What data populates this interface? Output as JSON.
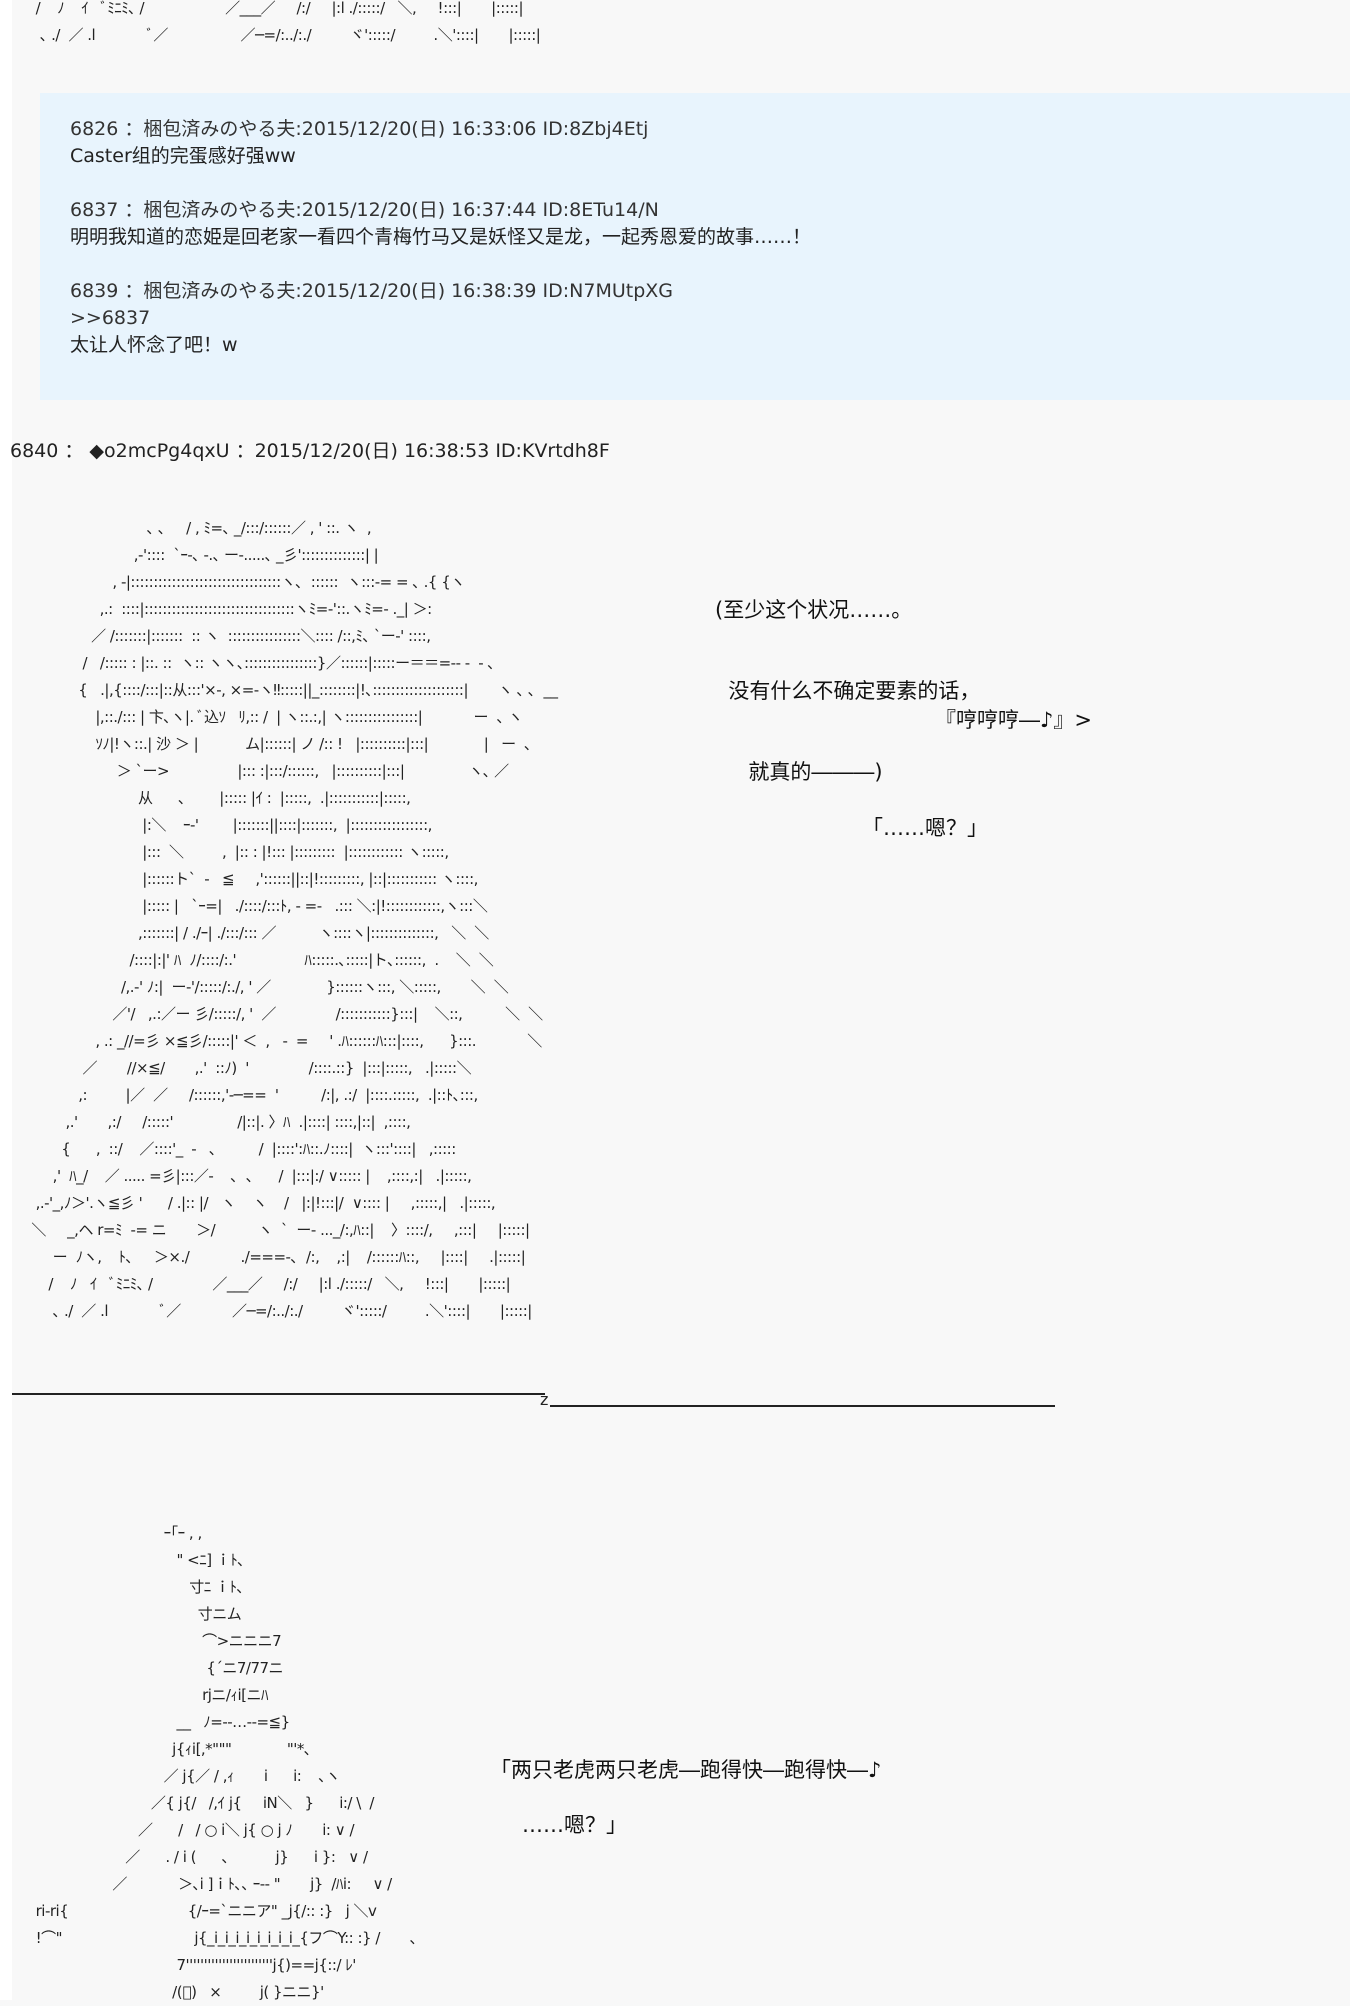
{
  "top_art_fragment": {
    "lines": [
      "      /    ﾉ    ｲ   ﾞﾐﾆﾐ､ /                   ／___／     /:/     |:l ./:::::/   ＼,     !:::|       |:::::|",
      "       ､ ./  ／ .l            ﾞ／                 ／─=/:../:./         ヾ':::::/         .＼'::::|       |:::::|"
    ]
  },
  "quoted_posts": [
    {
      "header": "6826 ：梱包済みのやる夫:2015/12/20(日) 16:33:06 ID:8Zbj4Etj",
      "body": [
        "Caster组的完蛋感好强ww"
      ]
    },
    {
      "header": "6837 ：梱包済みのやる夫:2015/12/20(日) 16:37:44 ID:8ETu14/N",
      "body": [
        "明明我知道的恋姫是回老家一看四个青梅竹马又是妖怪又是龙，一起秀恩爱的故事……！"
      ]
    },
    {
      "header": "6839 ：梱包済みのやる夫:2015/12/20(日) 16:38:39 ID:N7MUtpXG",
      "body": [
        ">>6837",
        "太让人怀念了吧！w"
      ]
    }
  ],
  "main_post": {
    "header": "6840 ： ◆o2mcPg4qxU ：2015/12/20(日) 16:38:53 ID:KVrtdh8F",
    "thought": [
      "(至少这个状况……。",
      "  没有什么不确定要素的话，",
      "     就真的―――)"
    ],
    "humming": "『哼哼哼―♪』>",
    "huh": "「……嗯？」",
    "art_lines": [
      "                                ､ ､     / , ﾐ=､ _/:::/::::::／ , ' ::. ヽ  ,",
      "                             ,-'::::  `ｰ-､ -.､ ー-.....､ _彡'::::::::::::::| |",
      "                        , ‐|:::::::::::::::::::::::::::::::::ヽ､  ::::::  ヽ:::-= = ､ .{ {ヽ",
      "                     ,.:  ::::|:::::::::::::::::::::::::::::::::ヽﾐ=-'::.ヽﾐ=- ._| ＞:",
      "                   ／ /:::::::|:::::::  :: ヽ  ::::::::::::::::＼:::: /::,ﾐ､ `ー-' ::::,",
      "                 /   /::::: : |::. ::  ヽ:: ヽヽ､::::::::::::::::}／::::::|:::::ー＝＝=‐‐ ‐  ‐ ､",
      "                {   .|,{::::/:::|::从:::'×‐, ×=-ヽ‼:::::||_::::::::|!､::::::::::::::::::::|       ヽ ､ ､  __",
      "                    |,::./::: | 卞､ヽ|. ﾞ込ｿ   ﾘ,:: /  | ヽ::.:,| ヽ::::::::::::::::|            ー  ､ ヽ",
      "                    ｿﾉ|!ヽ::.| 沙 ＞ |           ム|::::::| ノ /:: !   |::::::::::|:::|             |   ー  ､",
      "                         ＞ `ー>                |::: :|:::/::::::,   |::::::::::|:::|               ヽ､ ／",
      "                              从      ､        |::::: |ｲ :  |:::::,  .|:::::::::::|:::::,",
      "                               |:＼    ｰ-'        |:::::::||::::|:::::::,  |:::::::::::::::::,",
      "                               |:::  ＼         ,  |:: : |!::: |:::::::::  |:::::::::::: ヽ:::::,",
      "                               |::::::ト`  ‐   ≦     ,'::::::||::|!:::::::::, |::|::::::::::: ヽ::::,",
      "                               |::::: |   `ｰ=|   ./::::/:::ﾄ, ‐ =-   .::: ＼:|!::::::::::::,ヽ:::＼",
      "                              ,:::::::| / ./ｰ| ./:::/::: ／          ヽ::::ヽ|::::::::::::::,   ＼  ＼",
      "                            /::::|:|' ﾊ  ﾉ/::::/:.'                ﾊ:::::.､:::::|ト､::::::,  .    ＼  ＼",
      "                          /,.-' ﾉ:|  ー-'/:::::/:./, ' ／             }::::::ヽ:::, ＼:::::,       ＼  ＼",
      "                        ／'/   ,.:／ー 彡/:::::/, '  ／              /:::::::::::}:::|    ＼::,          ＼  ＼",
      "                    , .: _//=彡 ×≦彡/:::::|' ＜  ,   ‐  =     ' .ﾊ::::::ﾊ:::|::::,      }:::.            ＼",
      "                 ／       //×≦/       ,.'  ::ﾉ)  '              /::::.::}  |:::|:::::,   .|:::::＼",
      "                ,:         |／  ／     /::::::,'-─==  '          /:|, .:/  |::::.:::::,  .|::ﾄ､:::,",
      "             ,.'       ,:/     /:::::'               /|::|. 〉ﾊ  .|::::| ::::,|::|  ,::::,",
      "            {      ,  ::/    ／::::'_  -   ､          /  |::::':ﾊ::.ﾉ::::|  ヽ:::'::::|   ,:::::",
      "          ,'  ﾊ_/    ／ ..... =彡|:::／-    ､  ､      /  |:::|:/ ∨::::: |    ,::::,:|   .|:::::,",
      "      ,.-'_,ﾉ＞'.ヽ≦彡 '      / .|:: |/   ヽ    ヽ    /   |:|!:::|/  ∨:::: |     ,:::::,|   .|:::::,",
      "     ＼     _,ヘ r=ﾐ  -= ニ       ＞/          ヽ  `  ー- ..._/:,ﾊ::|    〉::::/,     ,:::|     |:::::|",
      "          ー  ﾉヽ,    ﾄ､     ＞×./            ./===-､  /:,    ,:|    /::::::ﾊ::,     |::::|     .|:::::|",
      "         /    ﾉ   ｲ   ﾞﾐﾆﾐ､ /              ／___／     /:/     |:l ./:::::/   ＼,     !:::|       |:::::|",
      "          ､ ./  ／ .l            ﾞ／            ／─=/:../:./         ヾ':::::/         .＼'::::|       |:::::|"
    ]
  },
  "separator": {
    "mark": "z"
  },
  "second_art": {
    "song": "「两只老虎两只老虎―跑得快―跑得快―♪",
    "huh": "……嗯？」",
    "lines": [
      "                                    ｰ｢ｰ , ,",
      "                                       \" <ﾆ] ｉﾄ､",
      "                                          寸ﾆ ｉﾄ､",
      "                                            寸ニム",
      "                                             ⌒>ニニニ7",
      "                                              {´ニ7/77ニ",
      "                                             rjニ/ｨi[ニﾊ",
      "                                       __   ﾉ=-‐…‐-=≦}",
      "                                      j{ｨi[,*\"\"\"             \"'*､",
      "                                    ／ j{／ / ,ｨ       i      i:    ､ヽ",
      "                                 ／{ j{/   /,ｲ j{     iN＼   }      i:/ \\  /",
      "                              ／      /   / ○ i＼ j{ ○ j ﾉ       i: ∨ /",
      "                           ／      . / i (      ､           j}      i }:   ∨ /",
      "                        ／            ＞､i ]ｉﾄ､､ ｰ-‐ \"       j}  /ﾊi:     ∨ /",
      "      ri-ri{                            {/ｰ=`ニニア\" _j{/:: :}   j ＼v",
      "      !⌒\"                               j{_i_i_i_i_i_i_i_i_{フ⌒Y:: :} /       ､",
      "                                       7''''''''''''''''''''''''j{)==j{::/ ﾚ'",
      "                                      /(ﾞ)   ×         j( }ニニ}'"
    ]
  }
}
